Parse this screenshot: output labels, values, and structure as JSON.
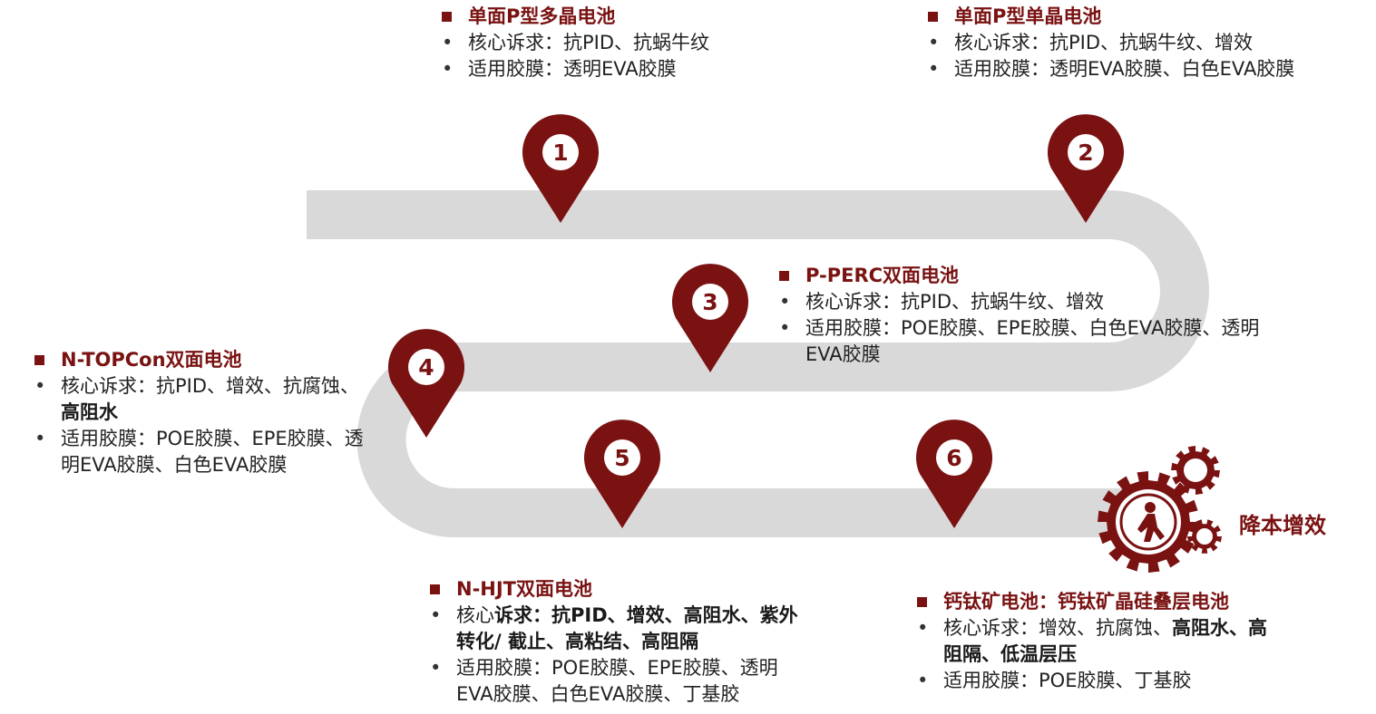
{
  "colors": {
    "accent": "#7a1212",
    "track": "#d9d9d9"
  },
  "icons": {
    "marker": "map-pin-icon",
    "goal": "gears-person-icon"
  },
  "markers": [
    "1",
    "2",
    "3",
    "4",
    "5",
    "6"
  ],
  "stages": [
    {
      "title": "单面P型多晶电池",
      "lines": [
        {
          "parts": [
            {
              "text": "核心诉求：抗PID、抗蜗牛纹",
              "bold": false
            }
          ]
        },
        {
          "parts": [
            {
              "text": "适用胶膜：透明EVA胶膜",
              "bold": false
            }
          ]
        }
      ]
    },
    {
      "title": "单面P型单晶电池",
      "lines": [
        {
          "parts": [
            {
              "text": "核心诉求：抗PID、抗蜗牛纹、增效",
              "bold": false
            }
          ]
        },
        {
          "parts": [
            {
              "text": "适用胶膜：透明EVA胶膜、白色EVA胶膜",
              "bold": false
            }
          ]
        }
      ]
    },
    {
      "title": "P-PERC双面电池",
      "lines": [
        {
          "parts": [
            {
              "text": "核心诉求：抗PID、抗蜗牛纹、增效",
              "bold": false
            }
          ]
        },
        {
          "parts": [
            {
              "text": "适用胶膜：POE胶膜、EPE胶膜、白色EVA胶膜、透明EVA胶膜",
              "bold": false
            }
          ]
        }
      ]
    },
    {
      "title": "N-TOPCon双面电池",
      "lines": [
        {
          "parts": [
            {
              "text": "核心诉求：抗PID、增效、抗腐蚀、",
              "bold": false
            },
            {
              "text": "高阻水",
              "bold": true
            }
          ]
        },
        {
          "parts": [
            {
              "text": "适用胶膜：POE胶膜、EPE胶膜、透明EVA胶膜、白色EVA胶膜",
              "bold": false
            }
          ]
        }
      ]
    },
    {
      "title": "N-HJT双面电池",
      "lines": [
        {
          "parts": [
            {
              "text": "核心",
              "bold": false
            },
            {
              "text": "诉求：抗PID、增效、高阻水、紫外转化/ 截止、高粘结、高阻隔",
              "bold": true
            }
          ]
        },
        {
          "parts": [
            {
              "text": "适用胶膜：POE胶膜、EPE胶膜、透明EVA胶膜、白色EVA胶膜、丁基胶",
              "bold": false
            }
          ]
        }
      ]
    },
    {
      "title": "钙钛矿电池：钙钛矿晶硅叠层电池",
      "lines": [
        {
          "parts": [
            {
              "text": "核心诉求：增效、抗腐蚀、",
              "bold": false
            },
            {
              "text": "高阻水、高阻隔、低温层压",
              "bold": true
            }
          ]
        },
        {
          "parts": [
            {
              "text": "适用胶膜：POE胶膜、丁基胶",
              "bold": false
            }
          ]
        }
      ]
    }
  ],
  "goal_label": "降本增效"
}
